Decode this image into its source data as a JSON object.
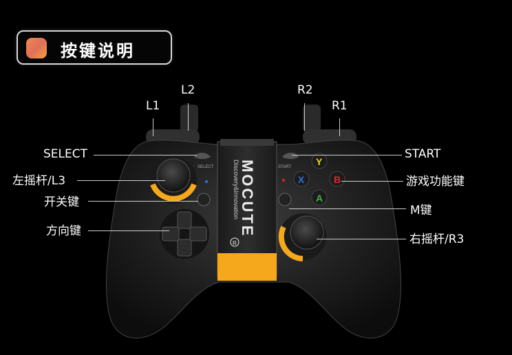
{
  "header": {
    "title": "按键说明"
  },
  "callouts": {
    "l1": "L1",
    "l2": "L2",
    "r1": "R1",
    "r2": "R2",
    "select": "SELECT",
    "left_stick": "左摇杆/L3",
    "power": "开关键",
    "dpad": "方向键",
    "start": "START",
    "function_keys": "游戏功能键",
    "m_key": "M键",
    "right_stick": "右摇杆/R3"
  },
  "device": {
    "brand": "MOCUTE",
    "slogan": "Discovery&Innovation",
    "registered": "R",
    "select_print": "SELECT",
    "start_print": "START",
    "buttons": {
      "y": "Y",
      "x": "X",
      "b": "B",
      "a": "A"
    }
  },
  "colors": {
    "accent_yellow": "#f5a81c",
    "button_y": "#f2d21a",
    "button_x": "#2f6fe0",
    "button_b": "#e0262a",
    "button_a": "#43b04a"
  }
}
